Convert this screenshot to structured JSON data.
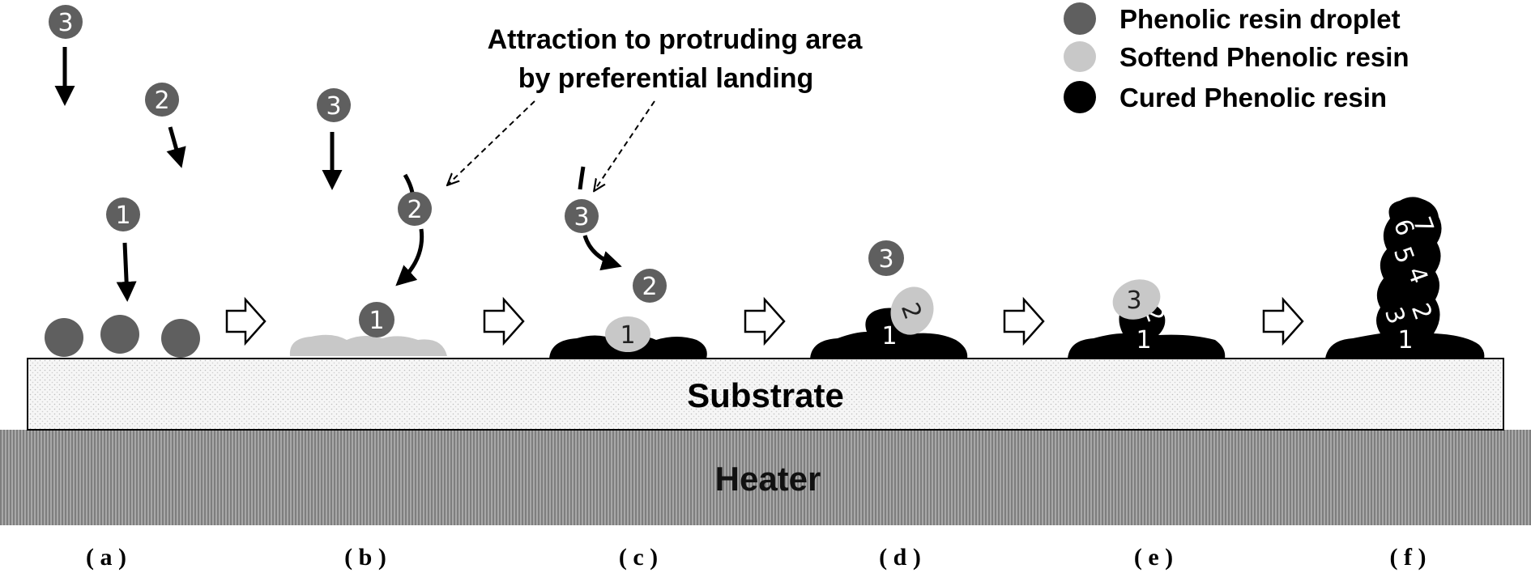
{
  "legend": {
    "items": [
      {
        "label": "Phenolic resin droplet",
        "color": "#5f5f5f"
      },
      {
        "label": "Softend Phenolic resin",
        "color": "#c8c8c8"
      },
      {
        "label": "Cured Phenolic resin",
        "color": "#000000"
      }
    ]
  },
  "annotation": {
    "line1": "Attraction to protruding area",
    "line2": "by preferential landing"
  },
  "substrate_label": "Substrate",
  "heater_label": "Heater",
  "stages": [
    "( a )",
    "( b )",
    "( c )",
    "( d )",
    "( e )",
    "( f )"
  ],
  "droplet_numbers": [
    "1",
    "2",
    "3",
    "4",
    "5",
    "6",
    "7"
  ],
  "colors": {
    "droplet": "#5f5f5f",
    "softened": "#c8c8c8",
    "cured": "#000000",
    "substrate_fill": "#f4f4f4",
    "heater_fill": "#9a9a9a"
  }
}
